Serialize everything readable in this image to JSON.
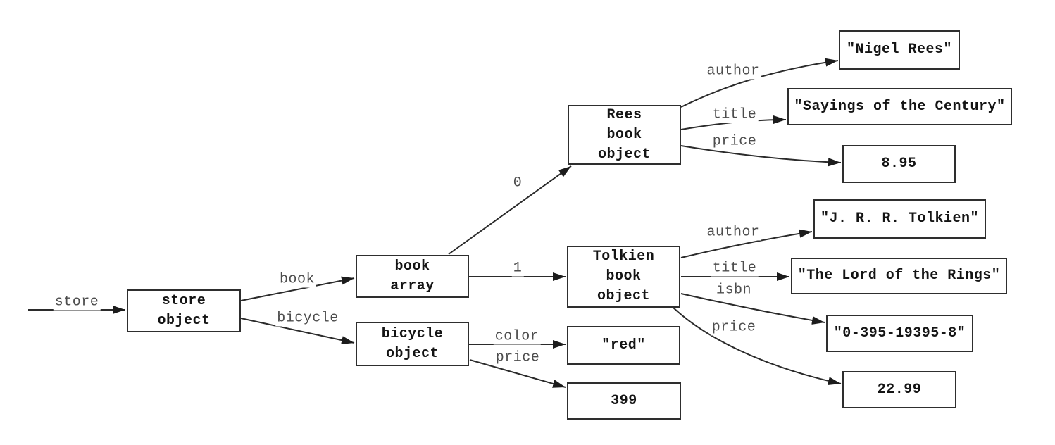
{
  "diagram": {
    "nodes": {
      "store_object": {
        "label": "store\nobject"
      },
      "book_array": {
        "label": "book\narray"
      },
      "bicycle_object": {
        "label": "bicycle\nobject"
      },
      "rees_book_object": {
        "label": "Rees\nbook\nobject"
      },
      "tolkien_book_object": {
        "label": "Tolkien\nbook\nobject"
      },
      "rees_author_value": {
        "label": "\"Nigel Rees\""
      },
      "rees_title_value": {
        "label": "\"Sayings of the Century\""
      },
      "rees_price_value": {
        "label": "8.95"
      },
      "tolkien_author_value": {
        "label": "\"J. R. R. Tolkien\""
      },
      "tolkien_title_value": {
        "label": "\"The Lord of the Rings\""
      },
      "tolkien_isbn_value": {
        "label": "\"0-395-19395-8\""
      },
      "tolkien_price_value": {
        "label": "22.99"
      },
      "bicycle_color_value": {
        "label": "\"red\""
      },
      "bicycle_price_value": {
        "label": "399"
      }
    },
    "edge_labels": {
      "store": "store",
      "book": "book",
      "bicycle": "bicycle",
      "index0": "0",
      "index1": "1",
      "rees_author": "author",
      "rees_title": "title",
      "rees_price": "price",
      "tolkien_author": "author",
      "tolkien_title": "title",
      "tolkien_isbn": "isbn",
      "tolkien_price": "price",
      "bicycle_color": "color",
      "bicycle_price": "price"
    },
    "colors": {
      "background": "#ffffff",
      "box_border": "#2e2e2e",
      "box_text": "#141414",
      "edge_line": "#2b2b2b",
      "edge_label_text": "#4d4d4d"
    }
  }
}
